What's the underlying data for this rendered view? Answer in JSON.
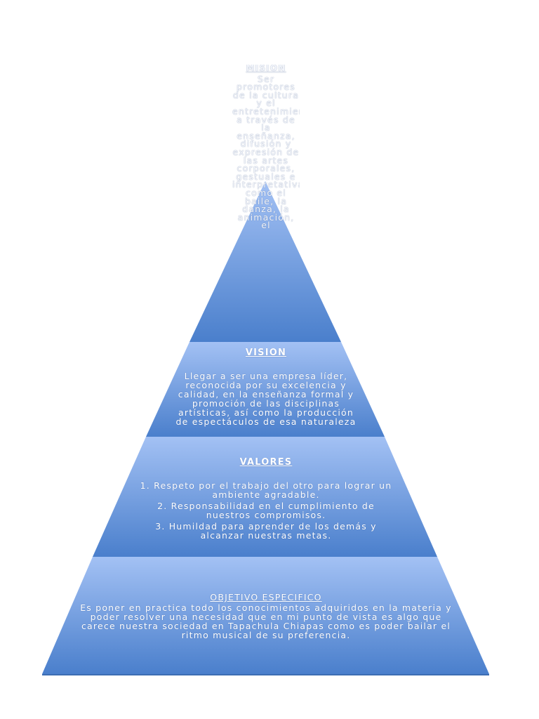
{
  "colors": {
    "tier_top": "#a3c1f4",
    "tier_bottom": "#4a7fcc",
    "edge": "#3d6db3",
    "text": "#ffffff"
  },
  "tiers": [
    {
      "key": "mision",
      "title": "MISIÓN",
      "lines": [
        "Ser promotores de la cultura y el entretenimiento, a través de la enseñanza, difusión y expresión de las artes corporales, gestuales e interpretativas como el baile, la danza, la animación, el"
      ]
    },
    {
      "key": "vision",
      "title": "VISIÓN",
      "lines": [
        "Llegar a ser una empresa líder, reconocida por su excelencia y calidad, en la enseñanza formal y promoción de las disciplinas artísticas, así como la producción de espectáculos de esa naturaleza"
      ]
    },
    {
      "key": "valores",
      "title": "VALORES",
      "lines": [
        "1. Respeto por el trabajo del otro para lograr un ambiente agradable.",
        "2. Responsabilidad en el cumplimiento de nuestros compromisos.",
        "3. Humildad para aprender de los demás y alcanzar nuestras metas."
      ]
    },
    {
      "key": "objetivo",
      "title": "OBJETIVO ESPECIFICO",
      "lines": [
        "Es poner en practica todo los conocimientos adquiridos en la materia y poder resolver una necesidad que en mi punto de vista es algo que carece nuestra sociedad en Tapachula Chiapas como es poder bailar el ritmo musical de su preferencia."
      ]
    }
  ]
}
